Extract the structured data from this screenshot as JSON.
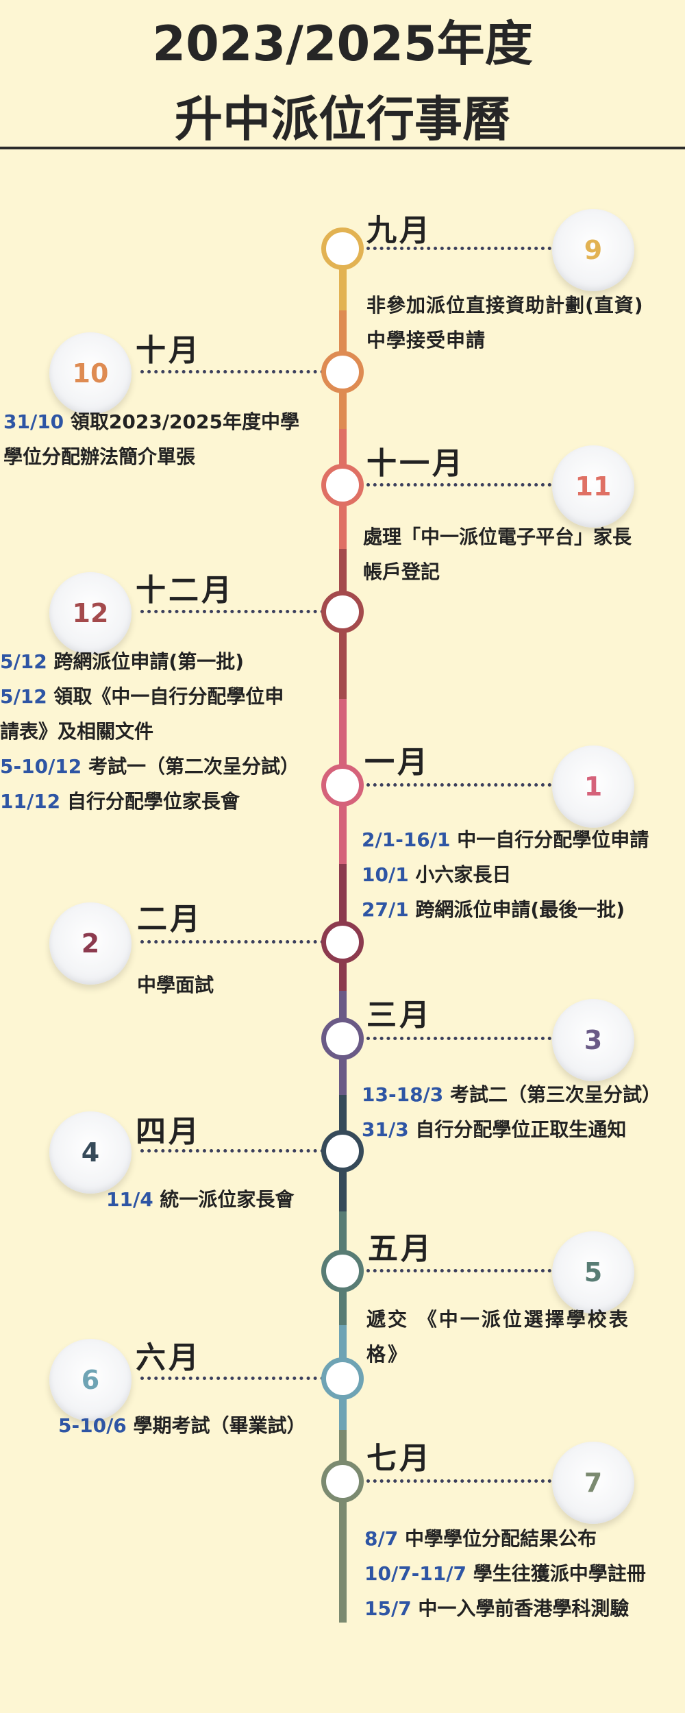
{
  "title": {
    "line1": "2023/2025年度",
    "line2": "升中派位行事曆"
  },
  "colors": {
    "date": "#2e55a4",
    "sep": "#e2b252",
    "oct": "#de8b52",
    "nov": "#df7064",
    "dec": "#a44a4c",
    "jan": "#d5627a",
    "feb": "#8c3a4e",
    "mar": "#6a5a86",
    "apr": "#364a59",
    "may": "#587c74",
    "jun": "#6ea3b4",
    "jul": "#7b8a70"
  },
  "months": {
    "sep": {
      "name": "九月",
      "badge": "9",
      "events": [
        {
          "text": "非參加派位直接資助計劃(直資)"
        },
        {
          "text": "中學接受申請"
        }
      ]
    },
    "oct": {
      "name": "十月",
      "badge": "10",
      "events": [
        {
          "date": "31/10",
          "text": " 領取2023/2025年度中學"
        },
        {
          "text": "學位分配辦法簡介單張"
        }
      ]
    },
    "nov": {
      "name": "十一月",
      "badge": "11",
      "events": [
        {
          "text": "處理「中一派位電子平台」家長"
        },
        {
          "text": "帳戶登記"
        }
      ]
    },
    "dec": {
      "name": "十二月",
      "badge": "12",
      "events": [
        {
          "date": "5/12",
          "text": " 跨網派位申請(第一批)"
        },
        {
          "date": "5/12",
          "text": " 領取《中一自行分配學位申"
        },
        {
          "text": "請表》及相關文件"
        },
        {
          "date": "5-10/12",
          "text": " 考試一（第二次呈分試）"
        },
        {
          "date": "11/12",
          "text": " 自行分配學位家長會"
        }
      ]
    },
    "jan": {
      "name": "一月",
      "badge": "1",
      "events": [
        {
          "date": "2/1-16/1",
          "text": " 中一自行分配學位申請"
        },
        {
          "date": "10/1",
          "text": " 小六家長日"
        },
        {
          "date": "27/1",
          "text": " 跨網派位申請(最後一批)"
        }
      ]
    },
    "feb": {
      "name": "二月",
      "badge": "2",
      "events": [
        {
          "text": "中學面試"
        }
      ]
    },
    "mar": {
      "name": "三月",
      "badge": "3",
      "events": [
        {
          "date": "13-18/3",
          "text": " 考試二（第三次呈分試）"
        },
        {
          "date": "31/3",
          "text": " 自行分配學位正取生通知"
        }
      ]
    },
    "apr": {
      "name": "四月",
      "badge": "4",
      "events": [
        {
          "date": "11/4",
          "text": " 統一派位家長會"
        }
      ]
    },
    "may": {
      "name": "五月",
      "badge": "5",
      "events": [
        {
          "text": "遞交 《中一派位選擇學校表"
        },
        {
          "text": "格》"
        }
      ]
    },
    "jun": {
      "name": "六月",
      "badge": "6",
      "events": [
        {
          "date": "5-10/6",
          "text": " 學期考試（畢業試）"
        }
      ]
    },
    "jul": {
      "name": "七月",
      "badge": "7",
      "events": [
        {
          "date": "8/7",
          "text": " 中學學位分配結果公布"
        },
        {
          "date": "10/7-11/7",
          "text": " 學生往獲派中學註冊"
        },
        {
          "date": "15/7",
          "text": " 中一入學前香港學科測驗"
        }
      ]
    }
  }
}
